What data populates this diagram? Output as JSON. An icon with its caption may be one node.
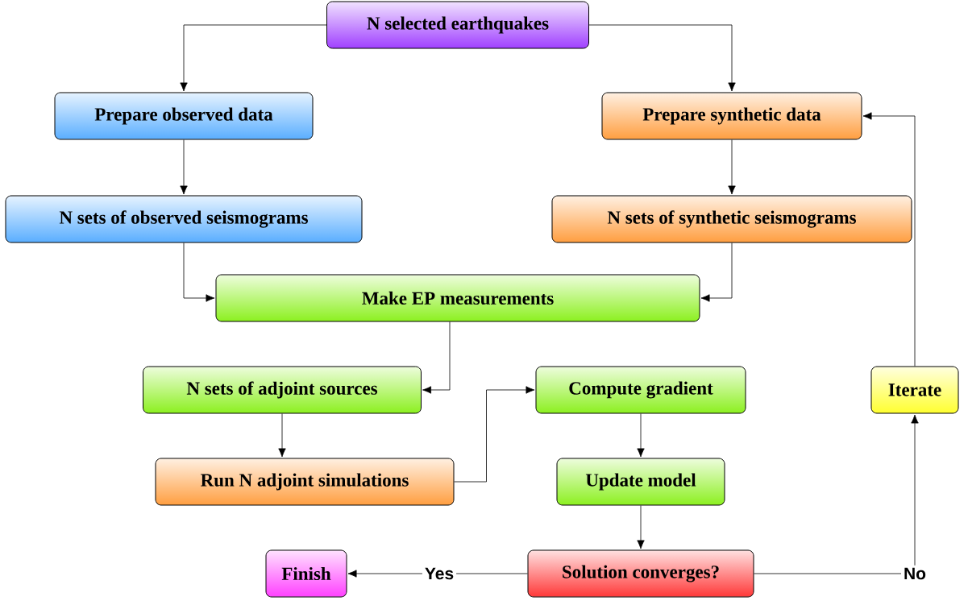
{
  "diagram": {
    "nodes": [
      {
        "text": [
          "N selected earthquakes"
        ]
      },
      {
        "text": [
          "Prepare observed data"
        ]
      },
      {
        "text": [
          "Prepare synthetic data"
        ]
      },
      {
        "text": [
          "N sets of observed seismograms"
        ]
      },
      {
        "text": [
          "N sets of synthetic seismograms"
        ]
      },
      {
        "text": [
          "Make EP measurements"
        ]
      },
      {
        "text": [
          "N sets of adjoint sources"
        ]
      },
      {
        "text": [
          "Run N adjoint simulations"
        ]
      },
      {
        "text": [
          "Compute gradient"
        ]
      },
      {
        "text": [
          "Update model"
        ]
      },
      {
        "text": [
          "Solution converges?"
        ]
      },
      {
        "text": [
          "Finish"
        ]
      },
      {
        "text": [
          "Iterate"
        ]
      }
    ],
    "edges": [
      {
        "from": 0,
        "to": 1,
        "arrow": "to"
      },
      {
        "from": 0,
        "to": 2,
        "arrow": "to"
      },
      {
        "from": 1,
        "to": 3,
        "arrow": "to"
      },
      {
        "from": 2,
        "to": 4,
        "arrow": "to"
      },
      {
        "from": 3,
        "to": 5,
        "arrow": "to"
      },
      {
        "from": 4,
        "to": 5,
        "arrow": "to"
      },
      {
        "from": 5,
        "to": 6,
        "arrow": "to"
      },
      {
        "from": 6,
        "to": 7,
        "arrow": "to"
      },
      {
        "from": 7,
        "to": 8,
        "arrow": "to"
      },
      {
        "from": 8,
        "to": 9,
        "arrow": "to"
      },
      {
        "from": 9,
        "to": 10,
        "arrow": "to"
      },
      {
        "from": 10,
        "to": 11,
        "arrow": "to",
        "label": "Yes"
      },
      {
        "from": 10,
        "to": 12,
        "arrow": "to",
        "label": "No"
      },
      {
        "from": 12,
        "to": 2,
        "arrow": "to"
      }
    ]
  }
}
